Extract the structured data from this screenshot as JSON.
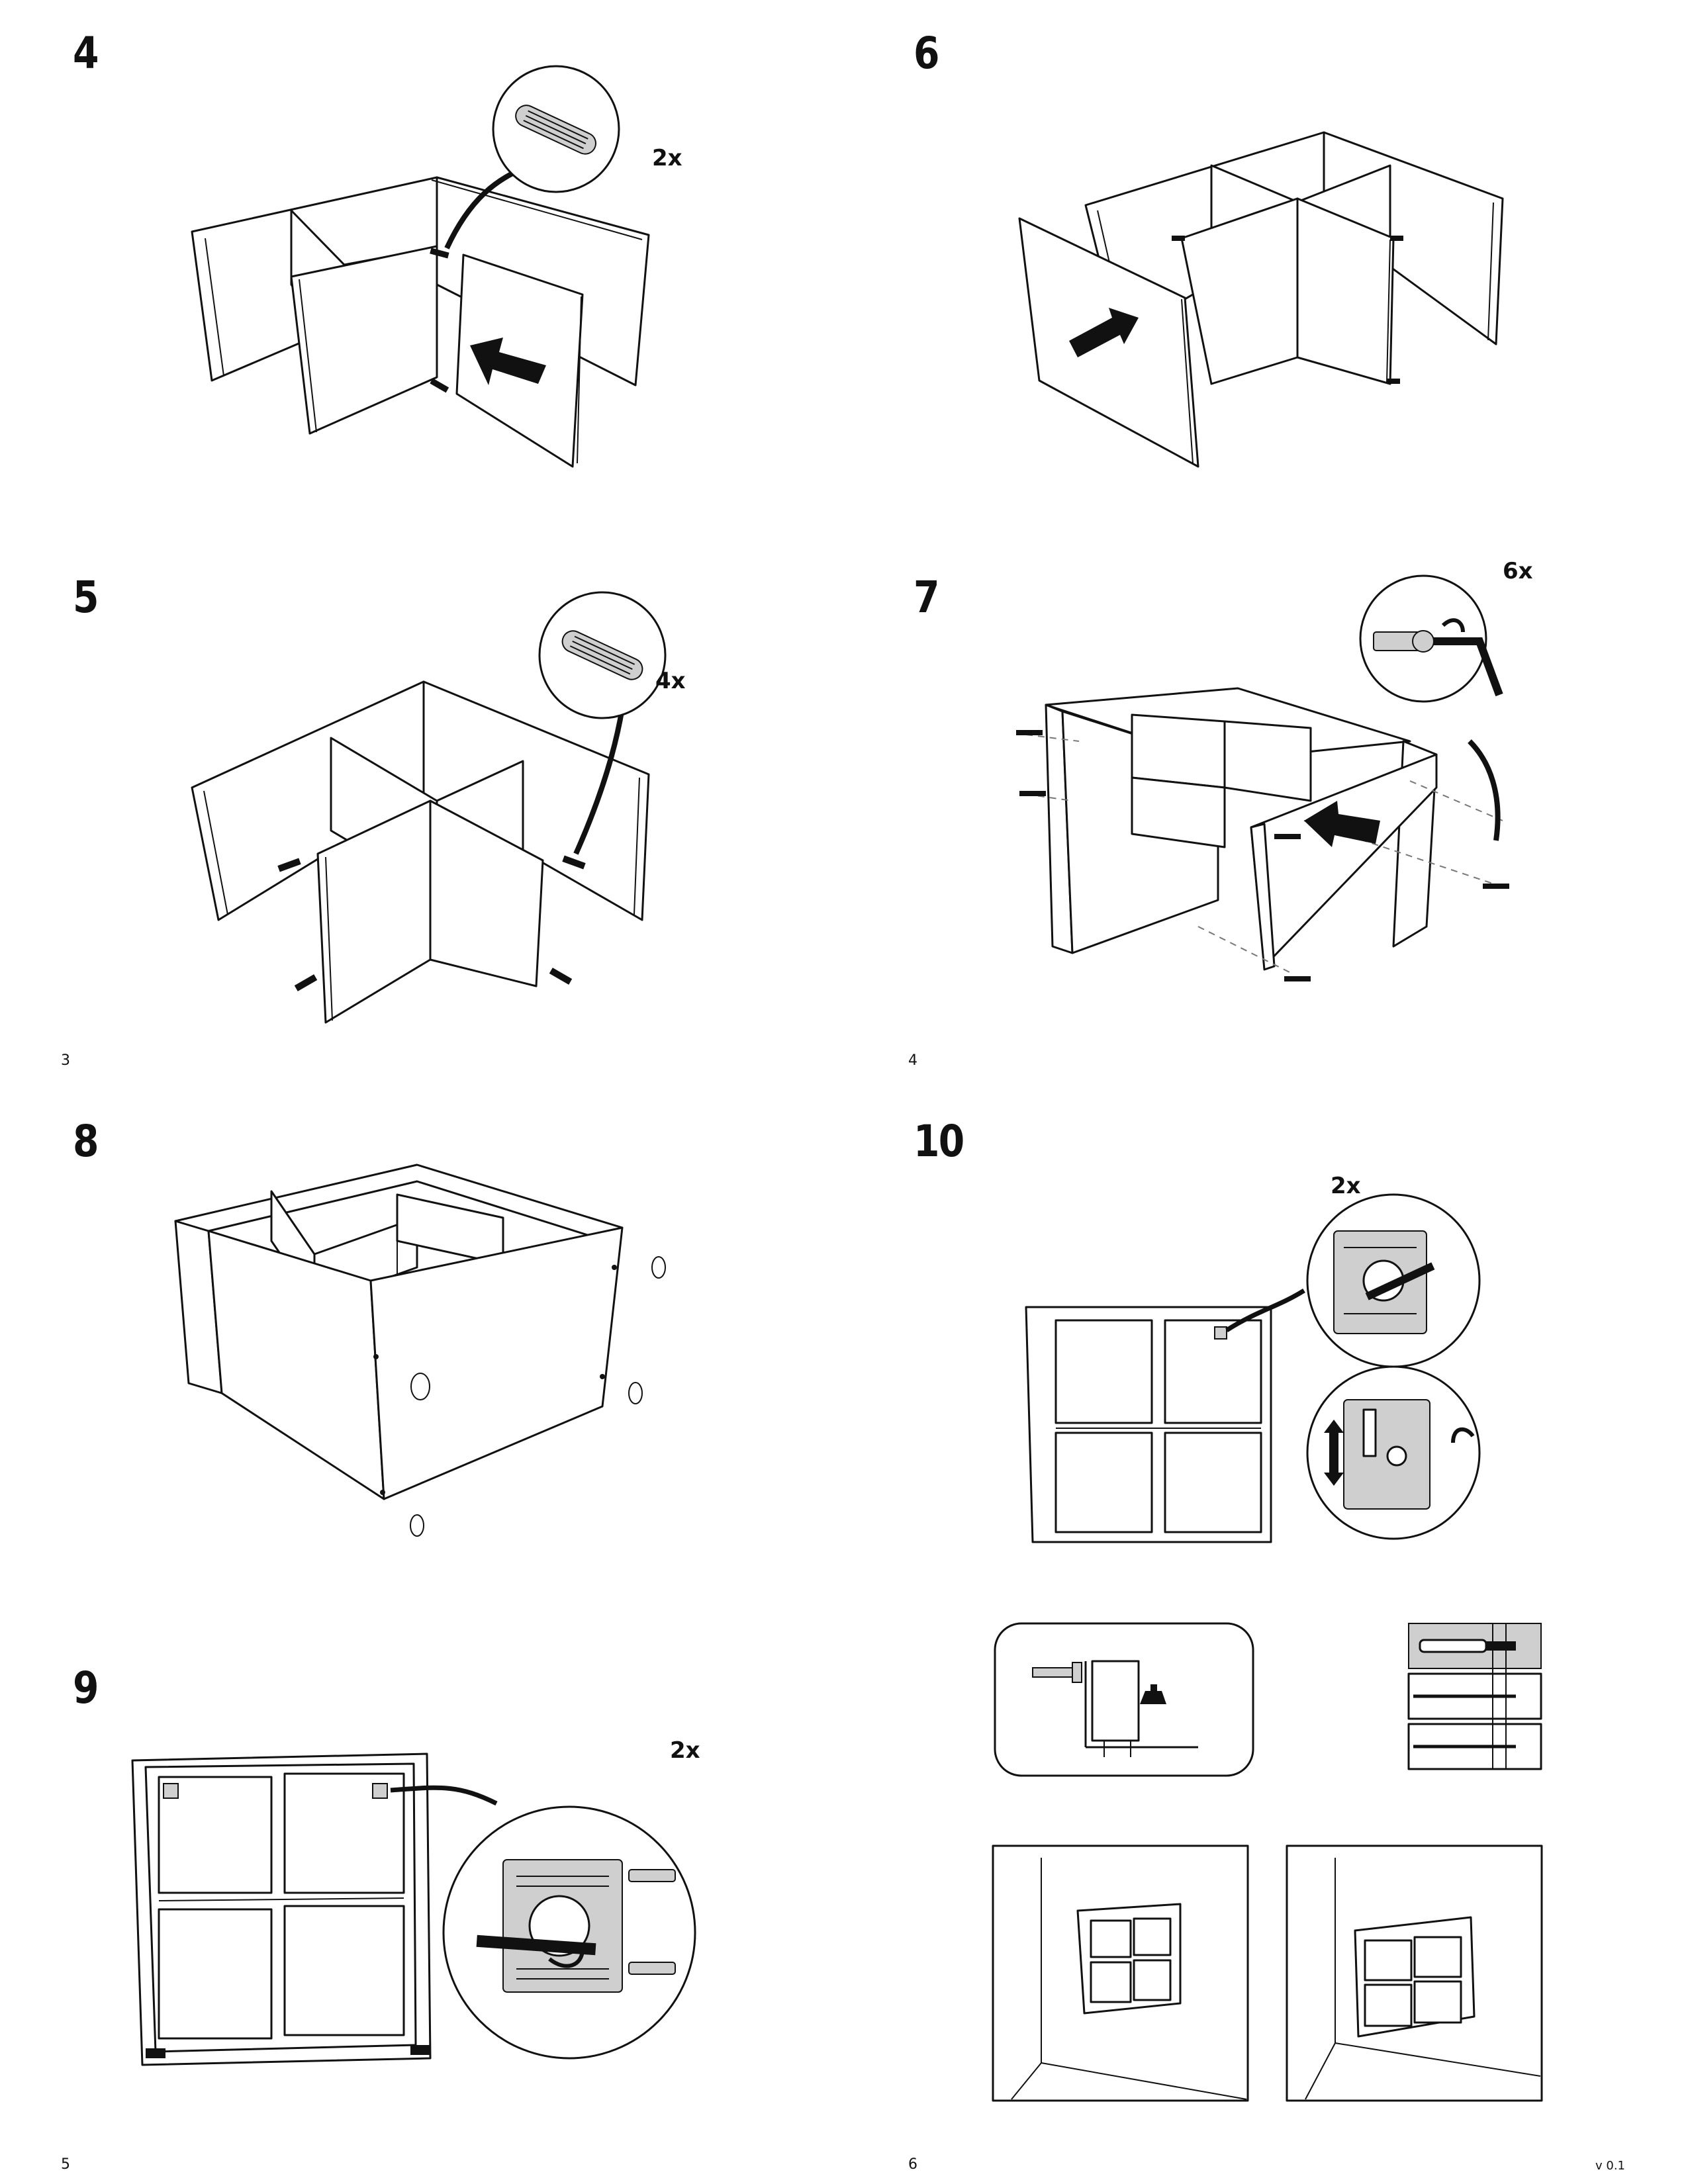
{
  "steps": {
    "s4": {
      "number": "4",
      "quantity": "2x"
    },
    "s5": {
      "number": "5",
      "quantity": "4x"
    },
    "s6": {
      "number": "6"
    },
    "s7": {
      "number": "7",
      "quantity": "6x"
    },
    "s8": {
      "number": "8"
    },
    "s9": {
      "number": "9",
      "quantity": "2x"
    },
    "s10": {
      "number": "10",
      "quantity": "2x"
    }
  },
  "pages": {
    "p3": "3",
    "p4": "4",
    "p5": "5",
    "p6": "6"
  },
  "version": "v 0.1",
  "icons": [
    "dowel-icon",
    "push-arrow-icon",
    "cam-bolt-icon",
    "allen-key-icon",
    "wall-bracket-icon",
    "screwdriver-icon",
    "wall-anchor-icon"
  ]
}
